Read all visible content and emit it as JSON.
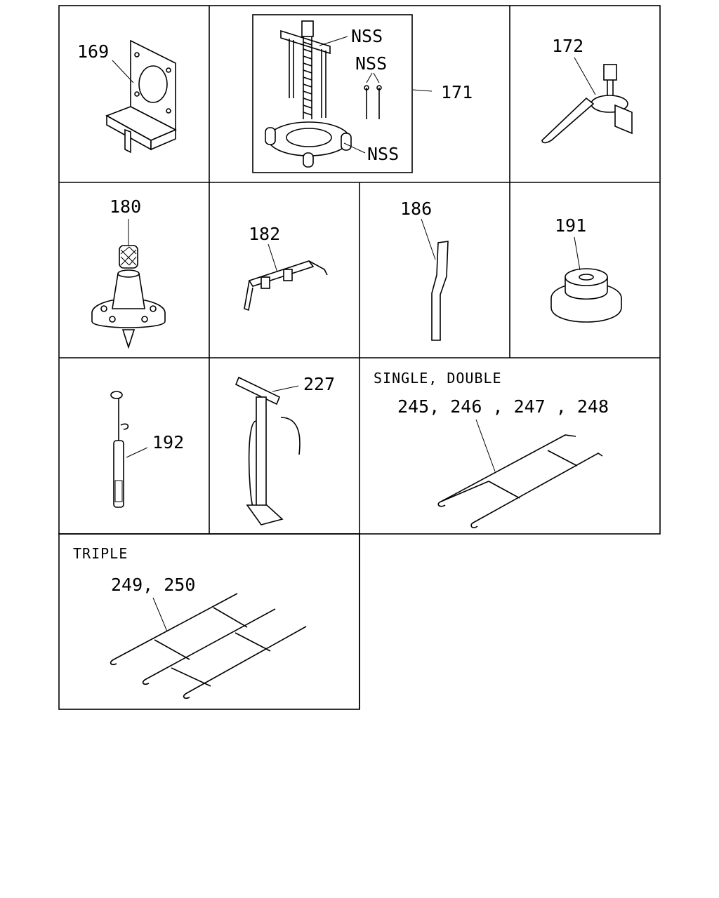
{
  "cells": [
    {
      "id": "bracket",
      "label": "169"
    },
    {
      "id": "puller",
      "label": "171",
      "notes": [
        "NSS",
        "NSS",
        "NSS"
      ]
    },
    {
      "id": "clamp-tool",
      "label": "172"
    },
    {
      "id": "knurled-base",
      "label": "180"
    },
    {
      "id": "hook-bracket",
      "label": "182"
    },
    {
      "id": "bent-rod",
      "label": "186"
    },
    {
      "id": "cap-disc",
      "label": "191"
    },
    {
      "id": "gauge-probe",
      "label": "192"
    },
    {
      "id": "hand-pump",
      "label": "227"
    },
    {
      "id": "chain-single-double",
      "caption": "SINGLE, DOUBLE",
      "label": "245, 246 , 247 , 248"
    },
    {
      "id": "chain-triple",
      "caption": "TRIPLE",
      "label": "249, 250"
    }
  ]
}
